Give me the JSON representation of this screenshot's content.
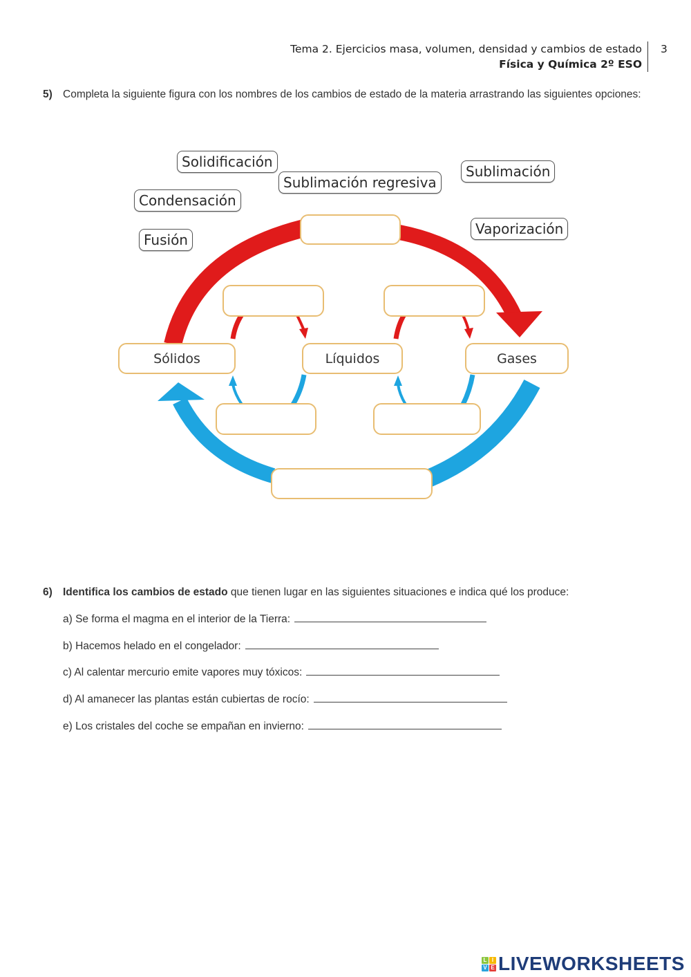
{
  "header": {
    "title": "Tema 2. Ejercicios masa, volumen, densidad y cambios de estado",
    "subtitle": "Física y Química 2º ESO",
    "page_number": "3"
  },
  "question5": {
    "number": "5)",
    "text": "Completa la siguiente figura con los nombres de los cambios de estado de la materia arrastrando las siguientes opciones:",
    "options": [
      {
        "label": "Solidificación"
      },
      {
        "label": "Sublimación regresiva"
      },
      {
        "label": "Sublimación"
      },
      {
        "label": "Condensación"
      },
      {
        "label": "Fusión"
      },
      {
        "label": "Vaporización"
      }
    ],
    "diagram": {
      "states": [
        "Sólidos",
        "Líquidos",
        "Gases"
      ],
      "colors": {
        "heating": "#e01b1b",
        "cooling": "#1ea5e0",
        "box_border": "#e8bd72"
      },
      "drop_zones": [
        "top",
        "solid-liquid-top",
        "liquid-gas-top",
        "solid-liquid-bottom",
        "liquid-gas-bottom",
        "bottom"
      ]
    }
  },
  "question6": {
    "number": "6)",
    "bold_text": "Identifica los cambios de estado",
    "text": " que tienen lugar en las siguientes situaciones e indica qué los produce:",
    "items": [
      {
        "label": "a) Se forma el magma en el interior de la Tierra:",
        "answer": ""
      },
      {
        "label": "b) Hacemos helado en el congelador:",
        "answer": ""
      },
      {
        "label": "c) Al calentar mercurio emite vapores muy tóxicos:",
        "answer": ""
      },
      {
        "label": "d) Al amanecer las plantas están cubiertas de rocío:",
        "answer": ""
      },
      {
        "label": "e) Los cristales del coche se empañan en invierno:",
        "answer": ""
      }
    ]
  },
  "footer": {
    "logo_letters": [
      "L",
      "I",
      "V",
      "E"
    ],
    "logo_text": "LIVEWORKSHEETS"
  }
}
